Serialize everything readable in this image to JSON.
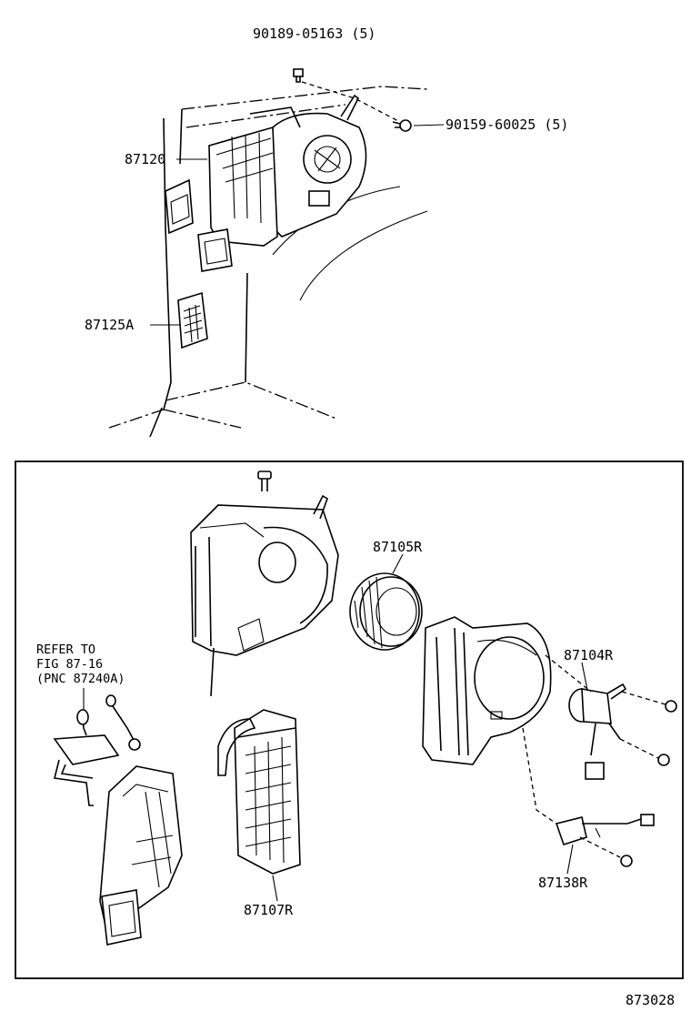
{
  "labels": {
    "bolt_top": "90189-05163 (5)",
    "screw_top": "90159-60025 (5)",
    "unit_assy": "87120",
    "register": "87125A",
    "fan": "87105R",
    "motor": "87104R",
    "refer_line1": "REFER TO",
    "refer_line2": "FIG 87-16",
    "refer_line3": "(PNC 87240A)",
    "heater_core": "87107R",
    "resistor": "87138R",
    "figure_number": "873028"
  }
}
